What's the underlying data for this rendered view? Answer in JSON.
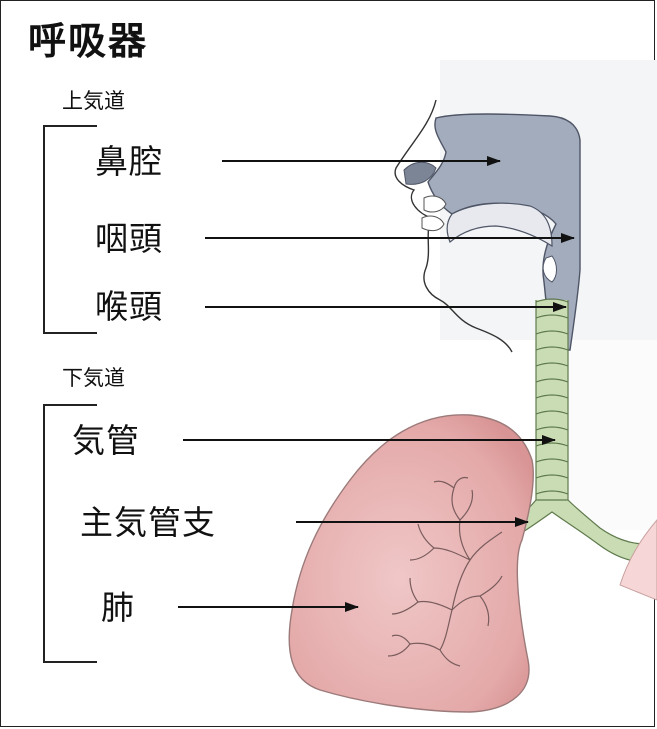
{
  "title": "呼吸器",
  "upper_airway": {
    "heading": "上気道",
    "parts": [
      "鼻腔",
      "咽頭",
      "喉頭"
    ]
  },
  "lower_airway": {
    "heading": "下気道",
    "parts": [
      "気管",
      "主気管支",
      "肺"
    ]
  }
}
